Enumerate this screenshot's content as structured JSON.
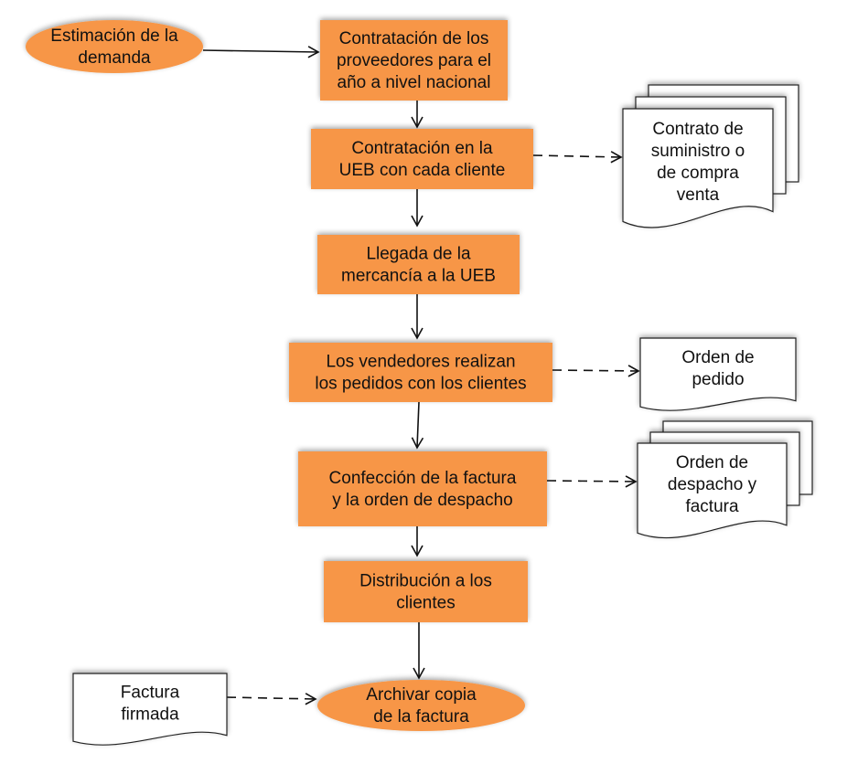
{
  "colors": {
    "process_fill": "#F79646",
    "document_fill": "#FFFFFF",
    "line": "#111111"
  },
  "nodes": [
    {
      "id": "n1",
      "shape": "ellipse",
      "lines": [
        "Estimación de la",
        "demanda"
      ]
    },
    {
      "id": "n2",
      "shape": "rect",
      "lines": [
        "Contratación de los",
        "proveedores para el",
        "año a nivel nacional"
      ]
    },
    {
      "id": "n3",
      "shape": "rect",
      "lines": [
        "Contratación en la",
        "UEB con cada cliente"
      ]
    },
    {
      "id": "n4",
      "shape": "rect",
      "lines": [
        "Llegada de la",
        "mercancía a la UEB"
      ]
    },
    {
      "id": "n5",
      "shape": "rect",
      "lines": [
        "Los vendedores realizan",
        "los pedidos con los clientes"
      ]
    },
    {
      "id": "n6",
      "shape": "rect",
      "lines": [
        "Confección de la factura",
        "y la orden de despacho"
      ]
    },
    {
      "id": "n7",
      "shape": "rect",
      "lines": [
        "Distribución a los",
        "clientes"
      ]
    },
    {
      "id": "n8",
      "shape": "ellipse",
      "lines": [
        "Archivar copia",
        "de la factura"
      ]
    }
  ],
  "documents": [
    {
      "id": "d1",
      "shape": "multi-document",
      "lines": [
        "Contrato de",
        "suministro o",
        "de compra",
        "venta"
      ]
    },
    {
      "id": "d2",
      "shape": "document",
      "lines": [
        "Orden de",
        "pedido"
      ]
    },
    {
      "id": "d3",
      "shape": "multi-document",
      "lines": [
        "Orden de",
        "despacho y",
        "factura"
      ]
    },
    {
      "id": "d4",
      "shape": "document",
      "lines": [
        "Factura",
        "firmada"
      ]
    }
  ],
  "edges": [
    {
      "from": "n1",
      "to": "n2",
      "style": "solid"
    },
    {
      "from": "n2",
      "to": "n3",
      "style": "solid"
    },
    {
      "from": "n3",
      "to": "n4",
      "style": "solid"
    },
    {
      "from": "n4",
      "to": "n5",
      "style": "solid"
    },
    {
      "from": "n5",
      "to": "n6",
      "style": "solid"
    },
    {
      "from": "n6",
      "to": "n7",
      "style": "solid"
    },
    {
      "from": "n7",
      "to": "n8",
      "style": "solid"
    },
    {
      "from": "n3",
      "to": "d1",
      "style": "dashed"
    },
    {
      "from": "n5",
      "to": "d2",
      "style": "dashed"
    },
    {
      "from": "n6",
      "to": "d3",
      "style": "dashed"
    },
    {
      "from": "d4",
      "to": "n8",
      "style": "dashed"
    }
  ]
}
